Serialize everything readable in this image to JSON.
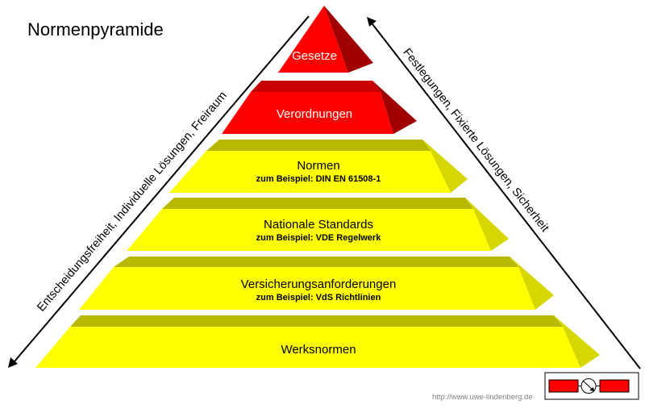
{
  "title": "Normenpyramide",
  "left_arrow_text": "Entscheidungsfreiheit, Individuelle Lösungen, Freiraum",
  "right_arrow_text": "Festlegungen, Fixierte Lösungen, Sicherheit",
  "levels": [
    {
      "label": "Gesetze",
      "sub": ""
    },
    {
      "label": "Verordnungen",
      "sub": ""
    },
    {
      "label": "Normen",
      "sub": "zum Beispiel: DIN EN 61508-1"
    },
    {
      "label": "Nationale Standards",
      "sub": "zum Beispiel: VDE Regelwerk"
    },
    {
      "label": "Versicherungsanforderungen",
      "sub": "zum Beispiel: VdS Richtlinien"
    },
    {
      "label": "Werksnormen",
      "sub": ""
    }
  ],
  "colors": {
    "red_front": "#ff0000",
    "red_top": "#c80000",
    "red_side": "#a00000",
    "yellow_front": "#ffff00",
    "yellow_top": "#b8b800",
    "yellow_side": "#d6d600"
  },
  "url": "http://www.uwe-lindenberg.de"
}
